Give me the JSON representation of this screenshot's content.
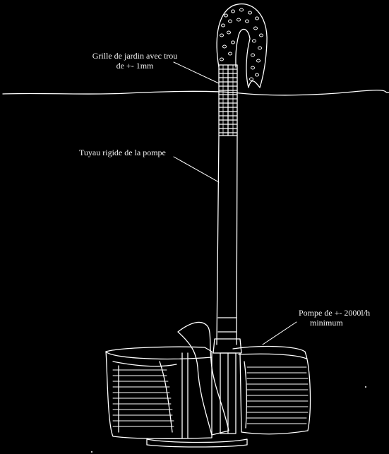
{
  "labels": {
    "grille_line1": "Grille de jardin avec trou",
    "grille_line2": "de +- 1mm",
    "tuyau": "Tuyau rigide de la pompe",
    "pompe_line1": "Pompe de +- 2000l/h",
    "pompe_line2": "minimum"
  },
  "colors": {
    "background": "#000000",
    "stroke": "#ffffff"
  }
}
